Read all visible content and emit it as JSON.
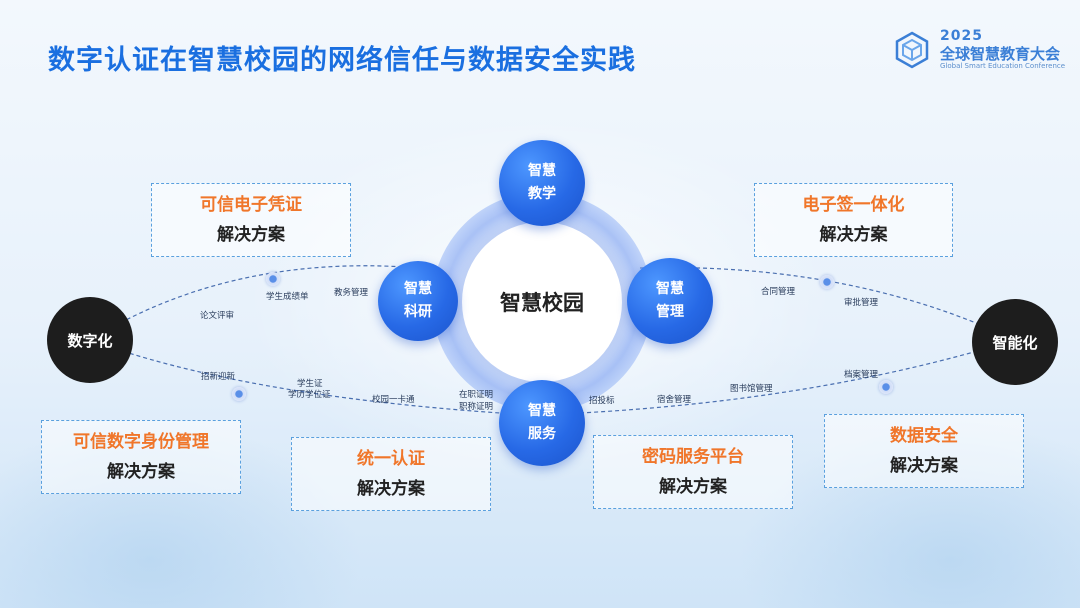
{
  "title": "数字认证在智慧校园的网络信任与数据安全实践",
  "brand": {
    "year": "2025",
    "name": "全球智慧教育大会",
    "subtitle": "Global Smart Education Conference",
    "logo_icon": "hexagon-cube-logo-icon"
  },
  "hub": {
    "label": "智慧校园"
  },
  "nodes": {
    "teaching": {
      "line1": "智慧",
      "line2": "教学"
    },
    "research": {
      "line1": "智慧",
      "line2": "科研"
    },
    "management": {
      "line1": "智慧",
      "line2": "管理"
    },
    "service": {
      "line1": "智慧",
      "line2": "服务"
    }
  },
  "ends": {
    "left": "数字化",
    "right": "智能化"
  },
  "solutions": [
    {
      "title": "可信电子凭证",
      "sub": "解决方案"
    },
    {
      "title": "电子签一体化",
      "sub": "解决方案"
    },
    {
      "title": "可信数字身份管理",
      "sub": "解决方案"
    },
    {
      "title": "统一认证",
      "sub": "解决方案"
    },
    {
      "title": "密码服务平台",
      "sub": "解决方案"
    },
    {
      "title": "数据安全",
      "sub": "解决方案"
    }
  ],
  "labels": {
    "thesis_review": "论文评审",
    "transcript": "学生成绩单",
    "academic_affairs": "教务管理",
    "enrollment": "招新迎新",
    "student_id": "学生证",
    "degree_cert": "学历学位证",
    "campus_card": "校园一卡通",
    "employment_cert": "在职证明",
    "title_cert": "职称证明",
    "bidding": "招投标",
    "dormitory": "宿舍管理",
    "library": "图书馆管理",
    "archives": "档案管理",
    "contract": "合同管理",
    "approval": "审批管理"
  },
  "colors": {
    "title_blue": "#1a6fe0",
    "node_blue": "#2769e6",
    "solution_orange": "#f0762a",
    "dashed_border": "#5aa0de",
    "end_black": "#1d1d1d"
  }
}
